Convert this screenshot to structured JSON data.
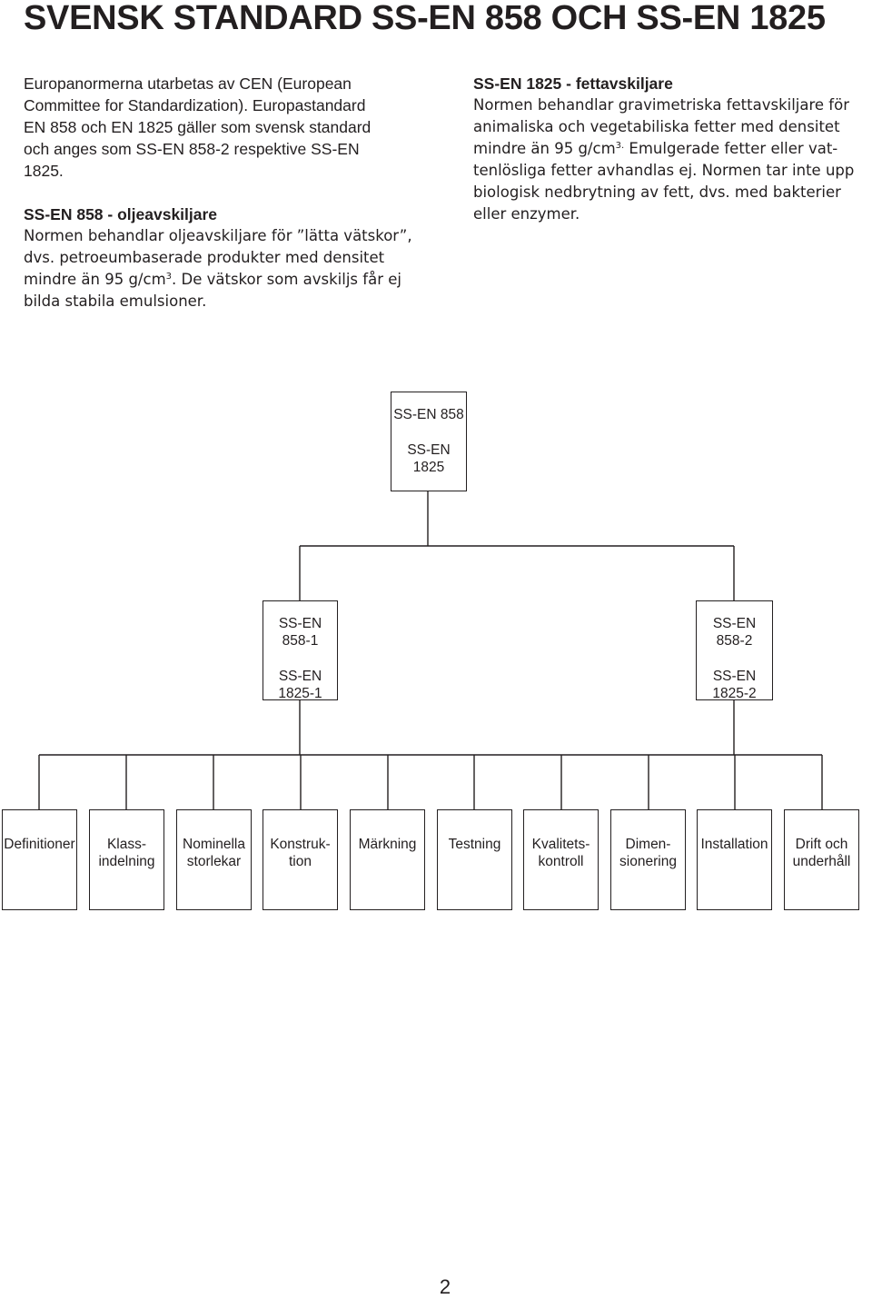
{
  "title": "SVENSK STANDARD SS-EN 858 OCH SS-EN 1825",
  "left_column": {
    "intro": [
      "Europanormerna utarbetas av CEN (European",
      "Committee for Standardization). Europastandard",
      "EN 858 och EN 1825 gäller som svensk standard",
      "och anges som SS-EN 858-2 respektive SS-EN",
      "1825."
    ],
    "heading": "SS-EN 858 - oljeavskiljare",
    "body": [
      "Normen behandlar oljeavskiljare för ”lätta vätskor”,",
      "dvs. petroeumbaserade produkter med densitet",
      "mindre än 95 g/cm",
      "3",
      ". De vätskor som avskiljs får ej",
      "bilda stabila emulsioner."
    ]
  },
  "right_column": {
    "heading": "SS-EN 1825 - fettavskiljare",
    "body": [
      "Normen behandlar gravimetriska fettavskiljare för",
      "animaliska och vegetabiliska fetter med densitet",
      "mindre än 95 g/cm",
      "3.",
      " Emulgerade fetter eller vat-",
      "tenlösliga fetter avhandlas ej. Normen tar inte upp",
      "biologisk nedbrytning av fett, dvs. med bakterier",
      "eller enzymer."
    ]
  },
  "diagram": {
    "root": [
      "SS-EN 858",
      "SS-EN",
      "1825"
    ],
    "part_1": [
      "SS-EN",
      "858-1",
      "SS-EN",
      "1825-1"
    ],
    "part_2": [
      "SS-EN",
      "858-2",
      "SS-EN",
      "1825-2"
    ],
    "leaves": [
      [
        "Definitioner"
      ],
      [
        "Klass-",
        "indelning"
      ],
      [
        "Nominella",
        "storlekar"
      ],
      [
        "Konstruk-",
        "tion"
      ],
      [
        "Märkning"
      ],
      [
        "Testning"
      ],
      [
        "Kvalitets-",
        "kontroll"
      ],
      [
        "Dimen-",
        "sionering"
      ],
      [
        "Installation"
      ],
      [
        "Drift och",
        "underhåll"
      ]
    ]
  },
  "page_number": "2"
}
